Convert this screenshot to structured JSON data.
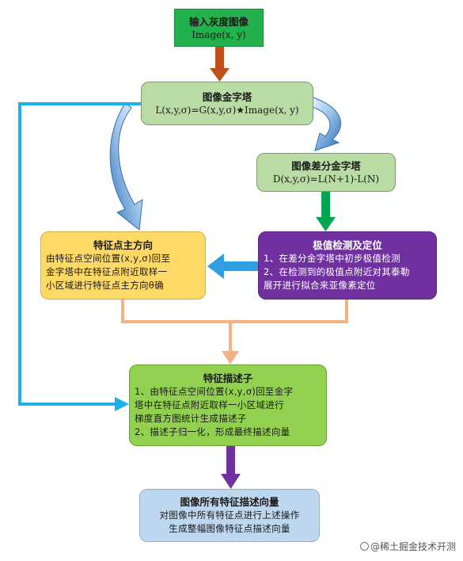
{
  "nodes": {
    "input": {
      "title": "输入灰度图像",
      "sub": "Image(x, y)"
    },
    "pyramid": {
      "title": "图像金字塔",
      "sub": "L(x,y,σ)=G(x,y,σ)★Image(x, y)"
    },
    "dog": {
      "title": "图像差分金字塔",
      "sub": "D(x,y,σ)=L(N+1)-L(N)"
    },
    "extrema": {
      "title": "极值检测及定位",
      "lines": [
        "1、在差分金字塔中初步极值检测",
        "2、在检测到的极值点附近对其泰勒",
        "展开进行拟合来亚像素定位"
      ]
    },
    "orientation": {
      "title": "特征点主方向",
      "lines": [
        "由特征点空间位置(x,y,σ)回至",
        "金字塔中在特征点附近取样一",
        "小区域进行特征点主方向θ确"
      ]
    },
    "descriptor": {
      "title": "特征描述子",
      "lines": [
        "1、由特征点空间位置(x,y,σ)回至金字",
        "塔中在特征点附近取样一小区域进行",
        "梯度直方图统计生成描述子",
        "2、描述子归一化，形成最终描述向量"
      ]
    },
    "output": {
      "title": "图像所有特征描述向量",
      "lines": [
        "对图像中所有特征点进行上述操作",
        "生成整幅图像特征点描述向量"
      ]
    }
  },
  "watermark": "@稀土掘金技术开测",
  "colors": {
    "arrow_orange_brown": "#c0501a",
    "arrow_green": "#00a651",
    "arrow_purple": "#7030a0",
    "arrow_light_blue": "#2e9fe0",
    "arrow_cyan_line": "#1cb0ec",
    "arrow_salmon": "#f4b183",
    "curved_arrow_blue": "#2f6fb5"
  }
}
